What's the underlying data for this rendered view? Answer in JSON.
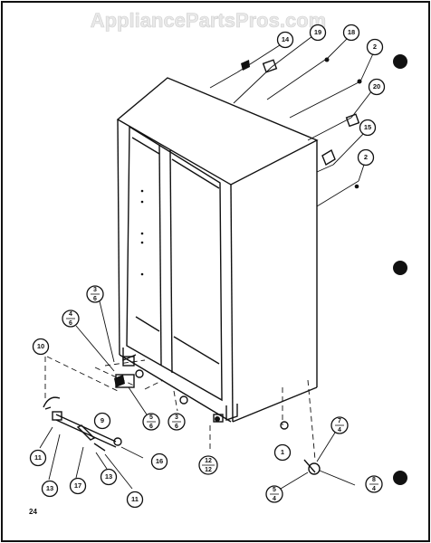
{
  "watermark": "AppliancePartsPros.com",
  "page_number": "24",
  "callouts": {
    "c14": "14",
    "c19": "19",
    "c18": "18",
    "c2a": "2",
    "c20": "20",
    "c15": "15",
    "c2b": "2",
    "c10": "10",
    "c9": "9",
    "c16": "16",
    "c1": "1",
    "c11a": "11",
    "c13a": "13",
    "c17": "17",
    "c13b": "13",
    "c11b": "11"
  },
  "fractions": {
    "f3_6": {
      "num": "3",
      "den": "6"
    },
    "f4_6": {
      "num": "4",
      "den": "6"
    },
    "f5_6": {
      "num": "5",
      "den": "6"
    },
    "f3_6b": {
      "num": "3",
      "den": "6"
    },
    "f12_12": {
      "num": "12",
      "den": "12"
    },
    "f7_4": {
      "num": "7",
      "den": "4"
    },
    "f5_4": {
      "num": "5",
      "den": "4"
    },
    "f8_4": {
      "num": "8",
      "den": "4"
    }
  }
}
